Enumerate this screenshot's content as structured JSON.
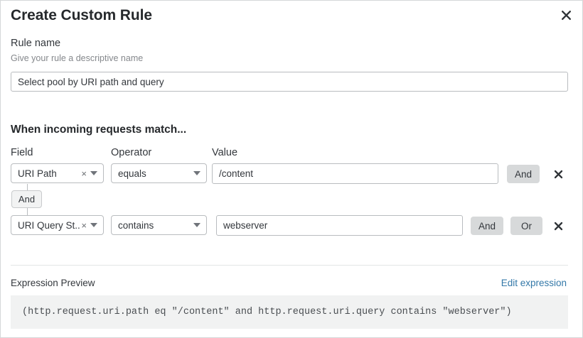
{
  "dialog": {
    "title": "Create Custom Rule",
    "close_icon": "close-icon"
  },
  "rule_name": {
    "label": "Rule name",
    "hint": "Give your rule a descriptive name",
    "value": "Select pool by URI path and query",
    "placeholder": "Rule name"
  },
  "match_section": {
    "heading": "When incoming requests match...",
    "columns": {
      "field": "Field",
      "operator": "Operator",
      "value": "Value"
    },
    "connector_badge": "And",
    "rows": [
      {
        "field": "URI Path",
        "clear_icon": "clear-icon",
        "caret_icon": "chevron-down-icon",
        "operator": "equals",
        "value": "/content",
        "value_placeholder": "Value",
        "buttons": [
          "And"
        ],
        "delete_icon": "close-icon"
      },
      {
        "field": "URI Query St...",
        "clear_icon": "clear-icon",
        "caret_icon": "chevron-down-icon",
        "operator": "contains",
        "value": "webserver",
        "value_placeholder": "Value",
        "buttons": [
          "And",
          "Or"
        ],
        "delete_icon": "close-icon"
      }
    ]
  },
  "expression": {
    "label": "Expression Preview",
    "edit_link": "Edit expression",
    "code": "(http.request.uri.path eq \"/content\" and http.request.uri.query contains \"webserver\")"
  },
  "colors": {
    "link": "#3378a8",
    "button_bg": "#d7d9da",
    "code_bg": "#f1f2f2",
    "border": "#b9bcbf"
  }
}
